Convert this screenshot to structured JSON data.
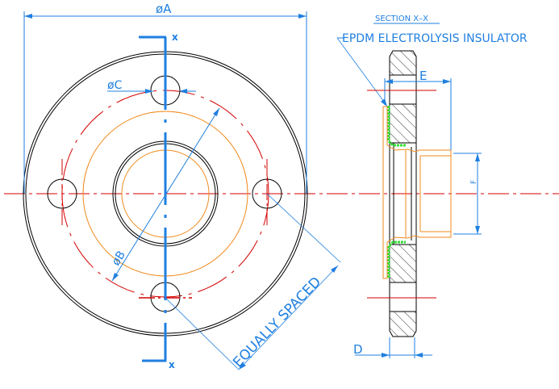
{
  "drawing": {
    "subject": "Flange with EPDM electrolysis insulator",
    "colors": {
      "outline": "#000000",
      "centerline": "#d40000",
      "dimension": "#1f7fe0",
      "insulator_body": "#f08a1c",
      "insulator_gasket": "#33dd33"
    }
  },
  "front_view": {
    "dim_A": "øA",
    "dim_B": "øB",
    "dim_C": "øC",
    "section_marker_top": "x",
    "section_marker_bottom": "x",
    "note_equally_spaced": "EQUALLY SPACED",
    "bolt_holes": 4
  },
  "section_view": {
    "title": "SECTION X–X",
    "callout": "EPDM ELECTROLYSIS INSULATOR",
    "dim_D": "D",
    "dim_E": "E",
    "dim_F": "F"
  }
}
